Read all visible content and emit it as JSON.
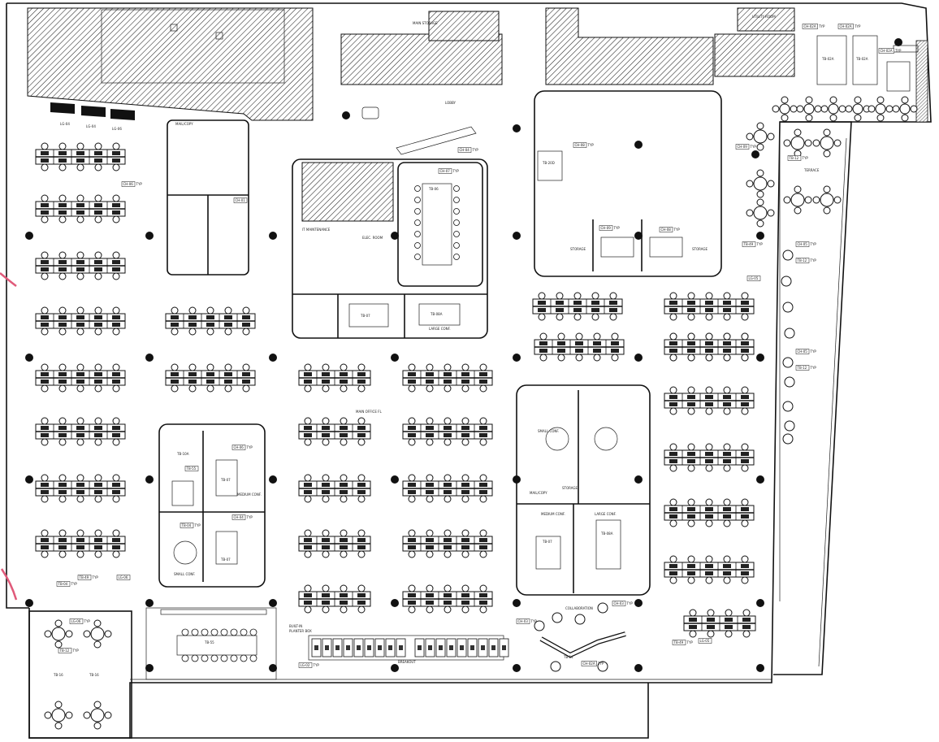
{
  "plan": {
    "colors": {
      "line": "#111111",
      "background": "#ffffff",
      "markup": "#e05a7a"
    },
    "rooms": [
      {
        "id": "lg04",
        "text": "LG-04"
      },
      {
        "id": "lg04b",
        "text": "LG-04"
      },
      {
        "id": "lg06",
        "text": "LG-06"
      },
      {
        "id": "main-storage",
        "text": "MAIN STORAGE"
      },
      {
        "id": "utility",
        "text": "UTILITY ROOM"
      },
      {
        "id": "lobby",
        "text": "LOBBY"
      },
      {
        "id": "mail-copy",
        "text": "MAIL/COPY"
      },
      {
        "id": "terrace",
        "text": "TERRACE"
      },
      {
        "id": "it",
        "text": "IT MAINTENANCE"
      },
      {
        "id": "elec",
        "text": "ELEC. ROOM"
      },
      {
        "id": "large-conf",
        "text": "LARGE CONF."
      },
      {
        "id": "storage1",
        "text": "STORAGE"
      },
      {
        "id": "storage2",
        "text": "STORAGE"
      },
      {
        "id": "main-office",
        "text": "MAIN OFFICE FL"
      },
      {
        "id": "small-conf1",
        "text": "SMALL CONF."
      },
      {
        "id": "small-conf2",
        "text": "SMALL CONF."
      },
      {
        "id": "medium-conf1",
        "text": "MEDIUM CONF."
      },
      {
        "id": "medium-conf2",
        "text": "MEDIUM CONF."
      },
      {
        "id": "large-conf2",
        "text": "LARGE CONF."
      },
      {
        "id": "mail-copy2",
        "text": "MAIL/COPY"
      },
      {
        "id": "storage3",
        "text": "STORAGE"
      },
      {
        "id": "collab",
        "text": "COLLABORATION"
      },
      {
        "id": "breakout",
        "text": "BREAKOUT"
      },
      {
        "id": "built-in",
        "text": "BUILT-IN"
      },
      {
        "id": "planter",
        "text": "PLANTER BOX"
      }
    ],
    "tags": [
      {
        "id": "t1",
        "code": "CH-06",
        "suffix": "TYP"
      },
      {
        "id": "t2",
        "code": "CH-02A",
        "suffix": "TYP"
      },
      {
        "id": "t3",
        "code": "CH-02A",
        "suffix": "TYP"
      },
      {
        "id": "t4",
        "code": "CH-02A",
        "suffix": "TYP"
      },
      {
        "id": "t5",
        "code": "CH-01",
        "suffix": ""
      },
      {
        "id": "t6",
        "code": "CH-07",
        "suffix": "TYP"
      },
      {
        "id": "t7",
        "code": "CH-08",
        "suffix": "TYP"
      },
      {
        "id": "t8",
        "code": "CH-08",
        "suffix": "TYP"
      },
      {
        "id": "t9",
        "code": "CH-09",
        "suffix": "TYP"
      },
      {
        "id": "t10",
        "code": "CH-09",
        "suffix": "TYP"
      },
      {
        "id": "t11",
        "code": "TB-12",
        "suffix": "TYP"
      },
      {
        "id": "t12",
        "code": "CH-05",
        "suffix": "TYP"
      },
      {
        "id": "t13",
        "code": "TB-12",
        "suffix": "TYP"
      },
      {
        "id": "t14",
        "code": "CH-05",
        "suffix": "TYP"
      },
      {
        "id": "t15",
        "code": "TB-12",
        "suffix": "TYP"
      },
      {
        "id": "t16",
        "code": "TB-49",
        "suffix": "TYP"
      },
      {
        "id": "t17",
        "code": "LG-06",
        "suffix": ""
      },
      {
        "id": "t18",
        "code": "TB-04",
        "suffix": "TYP"
      },
      {
        "id": "t19",
        "code": "TB-49",
        "suffix": "TYP"
      },
      {
        "id": "t20",
        "code": "LG-05",
        "suffix": ""
      },
      {
        "id": "t21",
        "code": "LG-06",
        "suffix": "TYP"
      },
      {
        "id": "t22",
        "code": "TB-12",
        "suffix": "TYP"
      },
      {
        "id": "t23",
        "code": "CH-03",
        "suffix": "TYP"
      },
      {
        "id": "t24",
        "code": "CH-06",
        "suffix": "TYP"
      },
      {
        "id": "t25",
        "code": "CH-03",
        "suffix": "TYP"
      },
      {
        "id": "t26",
        "code": "CH-04",
        "suffix": "TYP"
      },
      {
        "id": "t27",
        "code": "CH-04",
        "suffix": "TYP"
      },
      {
        "id": "t28",
        "code": "CH-02A",
        "suffix": "TYP"
      },
      {
        "id": "t29",
        "code": "TB-55",
        "suffix": ""
      },
      {
        "id": "t30",
        "code": "LG-02",
        "suffix": "TYP"
      },
      {
        "id": "t31",
        "code": "TB-49",
        "suffix": "TYP"
      },
      {
        "id": "t32",
        "code": "LG-05",
        "suffix": ""
      },
      {
        "id": "t33",
        "code": "TB-04",
        "suffix": "TYP"
      }
    ],
    "tables": [
      {
        "id": "tb06",
        "text": "TB-06"
      },
      {
        "id": "tb07a",
        "text": "TB-07"
      },
      {
        "id": "tb08a",
        "text": "TB-08A"
      },
      {
        "id": "tb20d",
        "text": "TB-20D"
      },
      {
        "id": "tb10a",
        "text": "TB-10A"
      },
      {
        "id": "tb07b",
        "text": "TB-07"
      },
      {
        "id": "tb07c",
        "text": "TB-07"
      },
      {
        "id": "tb07d",
        "text": "TB-07"
      },
      {
        "id": "tb08b",
        "text": "TB-08A"
      },
      {
        "id": "tb55",
        "text": "TB-55"
      },
      {
        "id": "tb16a",
        "text": "TB-16"
      },
      {
        "id": "tb16b",
        "text": "TB-16"
      },
      {
        "id": "tb14",
        "text": "TB-14"
      },
      {
        "id": "tb02a",
        "text": "TB-02A"
      },
      {
        "id": "tb02b",
        "text": "TB-02A"
      }
    ]
  }
}
